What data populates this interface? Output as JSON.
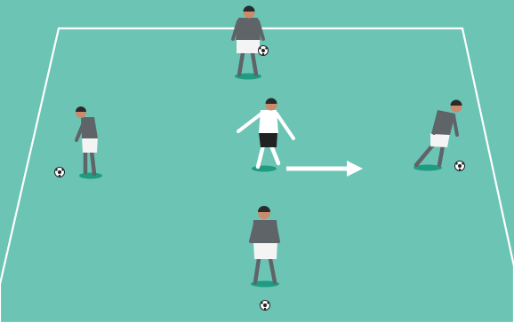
{
  "colors": {
    "pitch": "#6cc4b5",
    "pitch_line": "#ffffff",
    "grey_kit": "#5f6468",
    "white_kit": "#ffffff",
    "shorts_light": "#f4f4f4",
    "shorts_dark": "#222222",
    "skin": "#c98b6b",
    "hair": "#2b2b2b",
    "shadow": "#1f9b82",
    "arrow": "#ffffff"
  },
  "players": [
    {
      "id": "top",
      "kit": "grey",
      "pose": "standing",
      "has_ball": true
    },
    {
      "id": "left",
      "kit": "grey",
      "pose": "side",
      "has_ball": true
    },
    {
      "id": "center",
      "kit": "white",
      "pose": "running",
      "has_ball": false
    },
    {
      "id": "right",
      "kit": "grey",
      "pose": "turning",
      "has_ball": true
    },
    {
      "id": "bottom",
      "kit": "grey",
      "pose": "standing",
      "has_ball": true
    }
  ],
  "arrow": {
    "icon": "movement-arrow-icon",
    "direction": "right"
  }
}
